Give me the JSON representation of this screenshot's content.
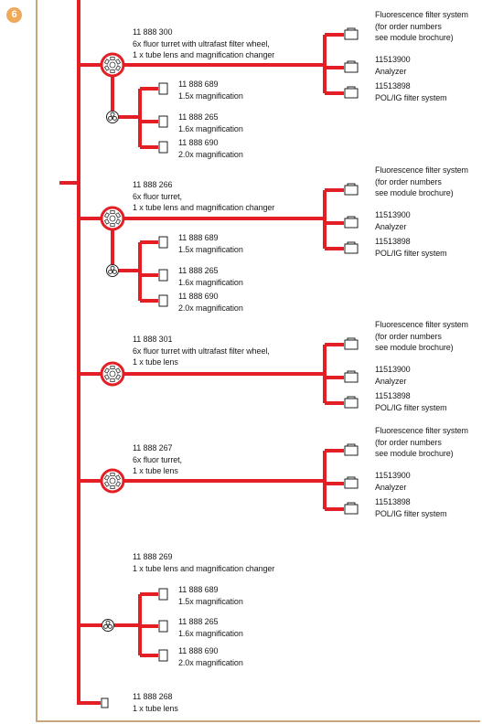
{
  "badge": "6",
  "colors": {
    "line": "#e31e24",
    "frame": "#c9a77c",
    "badge": "#f0a95b"
  },
  "groups": [
    {
      "code": "11 888 300",
      "desc": [
        "6x fluor turret with ultrafast filter wheel,",
        "1 x tube lens and magnification changer"
      ],
      "turret_icon": "fluor-turret-icon",
      "magnifications": [
        {
          "code": "11 888 689",
          "label": "1.5x magnification"
        },
        {
          "code": "11 888 265",
          "label": "1.6x magnification"
        },
        {
          "code": "11 888 690",
          "label": "2.0x magnification"
        }
      ],
      "filters": {
        "fluorescence": [
          "Fluorescence filter system",
          "(for order numbers",
          "see module brochure)"
        ],
        "analyzer": [
          "11513900",
          "Analyzer"
        ],
        "pol": [
          "11513898",
          "POL/IG filter system"
        ]
      }
    },
    {
      "code": "11 888 266",
      "desc": [
        "6x fluor turret,",
        "1 x tube lens and magnification changer"
      ],
      "turret_icon": "fluor-turret-icon",
      "magnifications": [
        {
          "code": "11 888 689",
          "label": "1.5x magnification"
        },
        {
          "code": "11 888 265",
          "label": "1.6x magnification"
        },
        {
          "code": "11 888 690",
          "label": "2.0x magnification"
        }
      ],
      "filters": {
        "fluorescence": [
          "Fluorescence filter system",
          "(for order numbers",
          "see module brochure)"
        ],
        "analyzer": [
          "11513900",
          "Analyzer"
        ],
        "pol": [
          "11513898",
          "POL/IG filter system"
        ]
      }
    },
    {
      "code": "11 888 301",
      "desc": [
        "6x fluor turret with ultrafast filter wheel,",
        "1 x tube lens"
      ],
      "turret_icon": "fluor-turret-icon",
      "filters": {
        "fluorescence": [
          "Fluorescence filter system",
          "(for order numbers",
          "see module brochure)"
        ],
        "analyzer": [
          "11513900",
          "Analyzer"
        ],
        "pol": [
          "11513898",
          "POL/IG filter system"
        ]
      }
    },
    {
      "code": "11 888 267",
      "desc": [
        "6x fluor turret,",
        "1 x tube lens"
      ],
      "turret_icon": "fluor-turret-icon",
      "filters": {
        "fluorescence": [
          "Fluorescence filter system",
          "(for order numbers",
          "see module brochure)"
        ],
        "analyzer": [
          "11513900",
          "Analyzer"
        ],
        "pol": [
          "11513898",
          "POL/IG filter system"
        ]
      }
    },
    {
      "code": "11 888 269",
      "desc": [
        "1 x tube lens and magnification changer"
      ],
      "magnifications": [
        {
          "code": "11 888 689",
          "label": "1.5x magnification"
        },
        {
          "code": "11 888 265",
          "label": "1.6x magnification"
        },
        {
          "code": "11 888 690",
          "label": "2.0x magnification"
        }
      ]
    },
    {
      "code": "11 888 268",
      "desc": [
        "1 x tube lens"
      ]
    }
  ]
}
